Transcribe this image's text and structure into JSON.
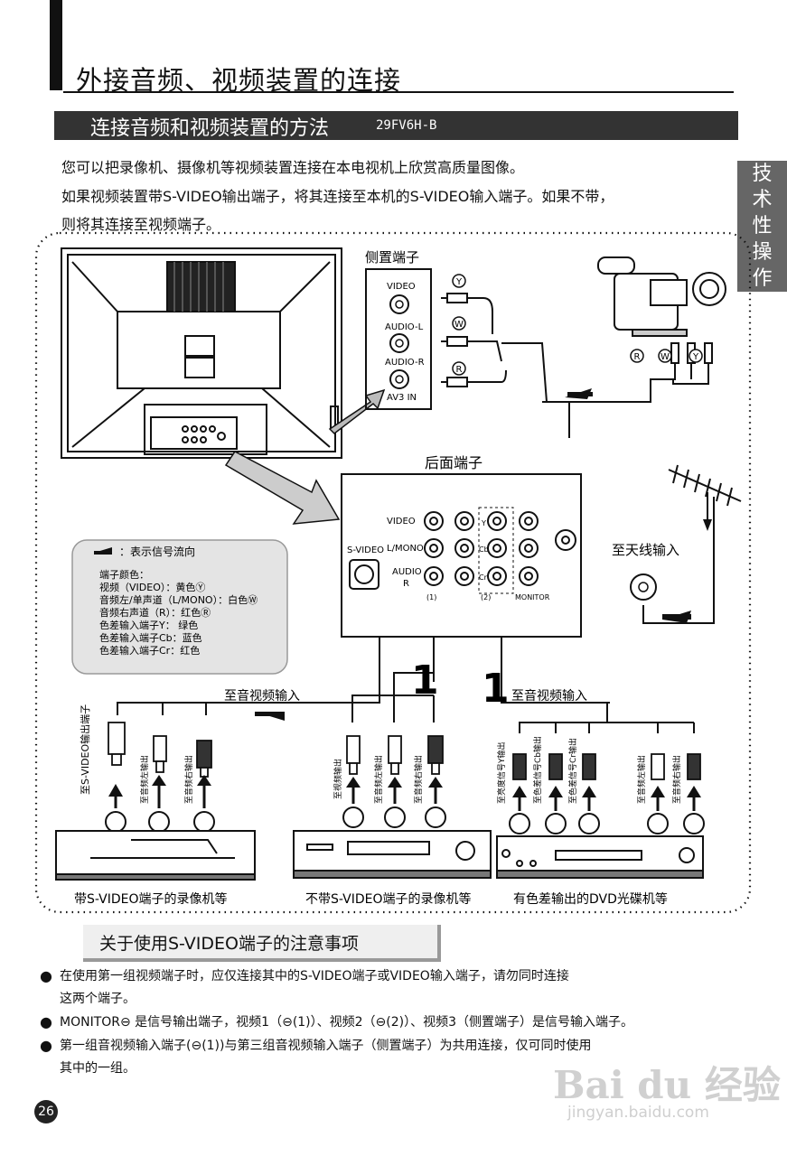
{
  "header": {
    "title": "外接音频、视频装置的连接"
  },
  "section": {
    "title": "连接音频和视频装置的方法",
    "model": "29FV6H-B"
  },
  "intro": {
    "line1": "您可以把录像机、摄像机等视频装置连接在本电视机上欣赏高质量图像。",
    "line2": "如果视频装置带S-VIDEO输出端子，将其连接至本机的S-VIDEO输入端子。如果不带，",
    "line3": "则将其连接至视频端子。"
  },
  "side_tab": [
    "技",
    "术",
    "性",
    "操",
    "作"
  ],
  "diagram": {
    "side_terminal_title": "侧置端子",
    "video": "VIDEO",
    "audio_l": "AUDIO-L",
    "audio_r": "AUDIO-R",
    "av3_in": "AV3  IN",
    "y": "Y",
    "w": "W",
    "r": "R",
    "rear_terminal_title": "后面端子",
    "rear_video": "VIDEO",
    "rear_lmono": "L/MONO",
    "rear_audio": "AUDIO",
    "rear_r": "R",
    "rear_svideo": "S-VIDEO",
    "rear_col1": "(1)",
    "rear_col2": "(2)",
    "rear_monitor": "MONITOR",
    "ch_y": "Y",
    "ch_cb": "Cb",
    "ch_cr": "Cr",
    "antenna_label": "至天线输入",
    "av_in_left": "至音视频输入",
    "av_in_right": "至音视频输入",
    "num_left": "1",
    "num_right": "1",
    "legend": {
      "flow": "：表示信号流向",
      "colors_title": "端子颜色：",
      "c1": "视频（VIDEO）：黄色Ⓨ",
      "c2": "音频左/单声道（L/MONO）：白色Ⓦ",
      "c3": "音频右声道（R）：红色Ⓡ",
      "c4": "色差输入端子Y： 绿色",
      "c5": "色差输入端子Cb：蓝色",
      "c6": "色差输入端子Cr：红色"
    },
    "dev1_plugs": [
      "至S-VIDEO输出端子",
      "至音频左输出",
      "至音频右输出"
    ],
    "dev2_plugs": [
      "至视频输出",
      "至音频左输出",
      "至音频右输出"
    ],
    "dev3_plugs": [
      "至亮度信号Y输出",
      "至色差信号Cb输出",
      "至色差信号Cr输出",
      "至音频左输出",
      "至音频右输出"
    ],
    "caption1": "带S-VIDEO端子的录像机等",
    "caption2": "不带S-VIDEO端子的录像机等",
    "caption3": "有色差输出的DVD光碟机等"
  },
  "notes": {
    "title": "关于使用S-VIDEO端子的注意事项",
    "b1_l1": "在使用第一组视频端子时，应仅连接其中的S-VIDEO端子或VIDEO输入端子，请勿同时连接",
    "b1_l2": "这两个端子。",
    "b2": "MONITOR⊖ 是信号输出端子，视频1（⊖(1)）、视频2（⊖(2)）、视频3（侧置端子）是信号输入端子。",
    "b3_l1": "第一组音视频输入端子(⊖(1))与第三组音视频输入端子（侧置端子）为共用连接，仅可同时使用",
    "b3_l2": "其中的一组。"
  },
  "page_number": "26",
  "watermark": {
    "brand": "Bai du 经验",
    "url": "jingyan.baidu.com"
  }
}
